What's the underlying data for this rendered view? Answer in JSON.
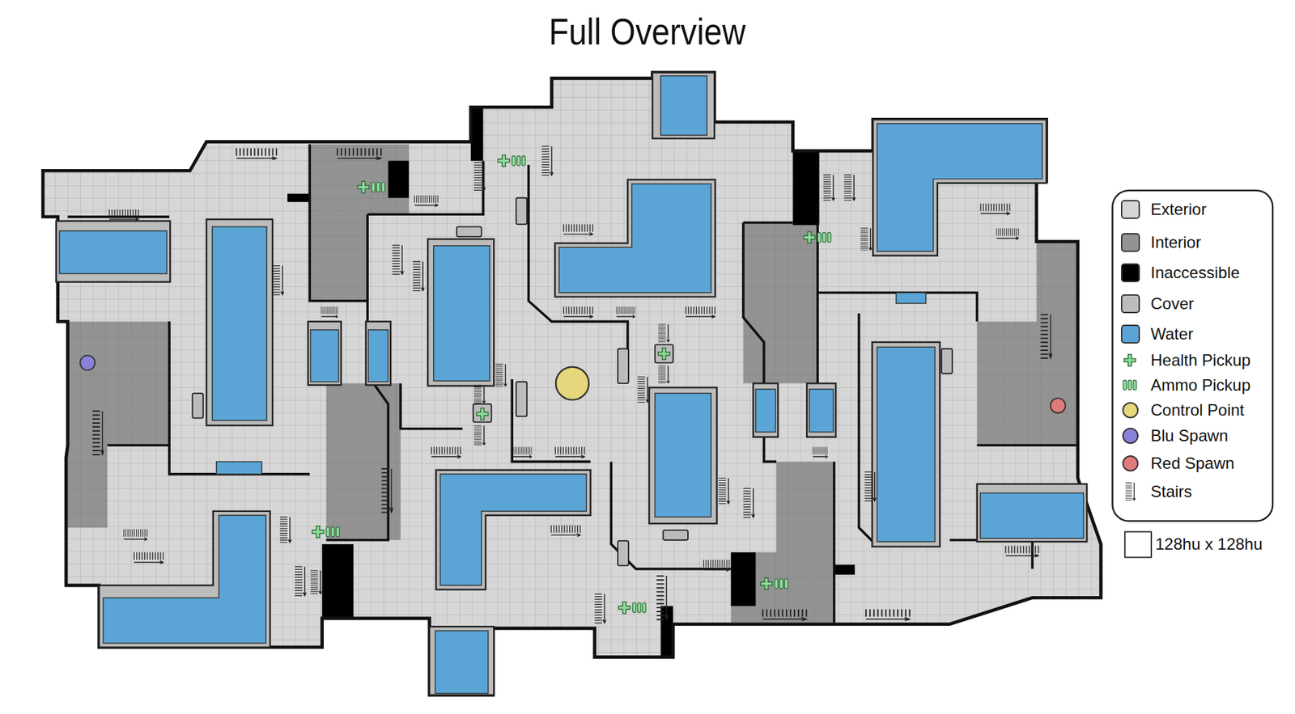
{
  "diagram": {
    "title": "Full Overview",
    "legend": [
      {
        "text": "Exterior",
        "color": "#d6d6d6"
      },
      {
        "text": "Interior",
        "color": "#939393"
      },
      {
        "text": "Inaccessible",
        "color": "#000000"
      },
      {
        "text": "Cover",
        "color": "#bcbcbc"
      },
      {
        "text": "Water",
        "color": "#5aa5d6"
      },
      {
        "text": "Health Pickup"
      },
      {
        "text": "Ammo Pickup"
      },
      {
        "text": "Control Point",
        "color": "#e6d77c"
      },
      {
        "text": "Blu Spawn",
        "color": "#8883d8"
      },
      {
        "text": "Red Spawn",
        "color": "#e07b7b"
      },
      {
        "text": "Stairs"
      },
      {
        "text": "128hu x 128hu"
      }
    ]
  }
}
